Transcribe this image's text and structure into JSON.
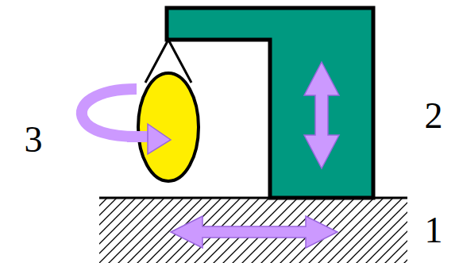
{
  "diagram": {
    "labels": [
      "3",
      "2",
      "1"
    ]
  }
}
